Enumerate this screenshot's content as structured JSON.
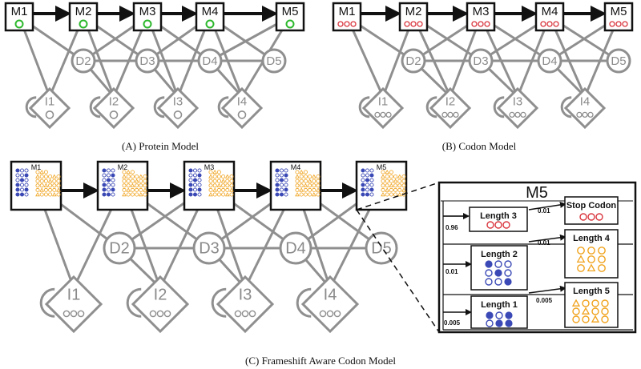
{
  "panels": {
    "a": {
      "caption": "(A) Protein Model",
      "match": [
        "M1",
        "M2",
        "M3",
        "M4",
        "M5"
      ],
      "delete": [
        "D2",
        "D3",
        "D4",
        "D5"
      ],
      "insert": [
        "I1",
        "I2",
        "I3",
        "I4"
      ]
    },
    "b": {
      "caption": "(B) Codon Model",
      "match": [
        "M1",
        "M2",
        "M3",
        "M4",
        "M5"
      ],
      "delete": [
        "D2",
        "D3",
        "D4",
        "D5"
      ],
      "insert": [
        "I1",
        "I2",
        "I3",
        "I4"
      ]
    },
    "c": {
      "caption": "(C) Frameshift Aware Codon Model",
      "match": [
        "M1",
        "M2",
        "M3",
        "M4",
        "M5"
      ],
      "delete": [
        "D2",
        "D3",
        "D4",
        "D5"
      ],
      "insert": [
        "I1",
        "I2",
        "I3",
        "I4"
      ]
    }
  },
  "zoom": {
    "title": "M5",
    "boxes": [
      {
        "label": "Stop Codon",
        "prob": "0.01"
      },
      {
        "label": "Length 3",
        "prob": "0.96"
      },
      {
        "label": "Length 4",
        "prob": "0.01"
      },
      {
        "label": "Length 2",
        "prob": "0.01"
      },
      {
        "label": "Length 5",
        "prob": "0.005"
      },
      {
        "label": "Length 1",
        "prob": "0.005"
      }
    ]
  },
  "colors": {
    "gray": "#8f8f8f",
    "green": "#2db82d",
    "red": "#d9363e",
    "blue": "#3a49b5",
    "orange": "#f0a21c"
  }
}
